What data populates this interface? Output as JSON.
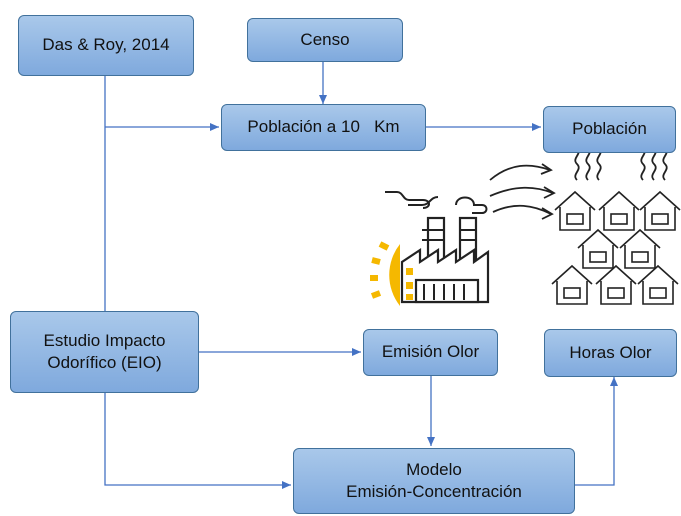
{
  "nodes": {
    "das_roy": "Das & Roy, 2014",
    "censo": "Censo",
    "poblacion_10km": "Población a 10   Km",
    "poblacion": "Población",
    "eio_line1": "Estudio Impacto",
    "eio_line2": "Odorífico (EIO)",
    "emision_olor": "Emisión Olor",
    "horas_olor": "Horas Olor",
    "modelo_line1": "Modelo",
    "modelo_line2": "Emisión-Concentración"
  },
  "colors": {
    "box_top": "#a9c8ea",
    "box_bottom": "#7fa9dd",
    "border": "#41719c",
    "arrow": "#4472c4",
    "gear": "#f5b800"
  },
  "icons": [
    "factory-icon",
    "odor-wind-icon",
    "houses-icon"
  ]
}
